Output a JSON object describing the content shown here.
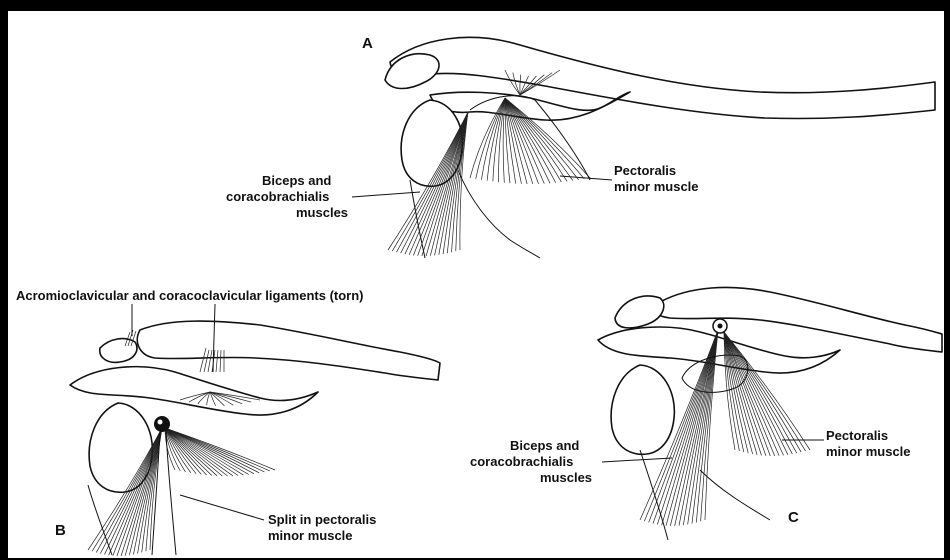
{
  "panels": {
    "a": {
      "letter": "A",
      "label_biceps": [
        "Biceps and",
        "coracobrachialis",
        "muscles"
      ],
      "label_pectoralis": [
        "Pectoralis",
        "minor muscle"
      ]
    },
    "b": {
      "letter": "B",
      "label_ligaments": "Acromioclavicular and coracoclavicular ligaments (torn)",
      "label_split": [
        "Split in pectoralis",
        "minor muscle"
      ]
    },
    "c": {
      "letter": "C",
      "label_biceps": [
        "Biceps and",
        "coracobrachialis",
        "muscles"
      ],
      "label_pectoralis": [
        "Pectoralis",
        "minor muscle"
      ]
    }
  },
  "colors": {
    "ink": "#111111",
    "frame": "#000000",
    "paper": "#ffffff"
  }
}
